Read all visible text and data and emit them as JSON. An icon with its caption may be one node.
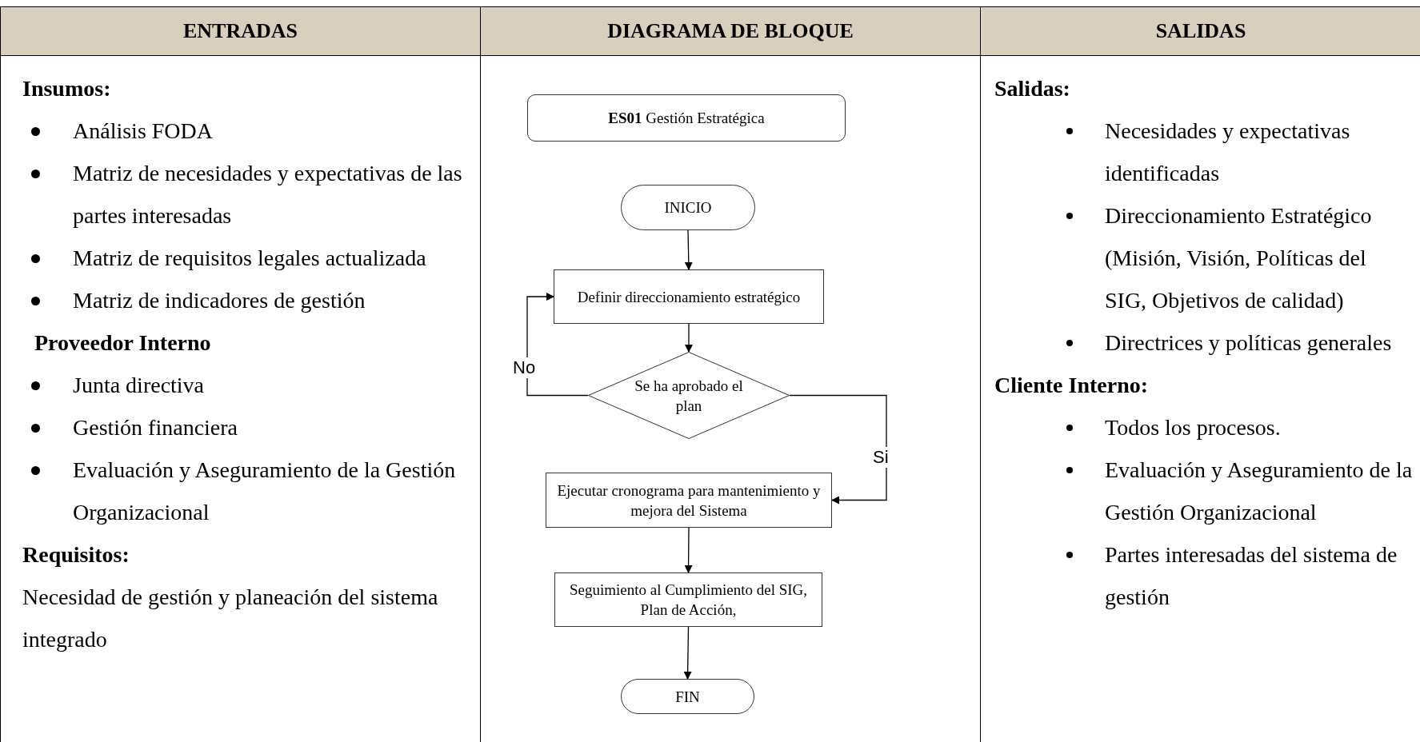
{
  "diagram": {
    "nodes": [
      {
        "text": [
          "ENTRADAS",
          "Insumos:",
          "Análisis FODA",
          "Matriz de necesidades y expectativas de las partes interesadas",
          "Matriz de requisitos legales actualizada",
          "Matriz de indicadores de gestión",
          "Proveedor Interno",
          "Junta directiva",
          "Gestión financiera",
          "Evaluación y Aseguramiento de la Gestión Organizacional",
          "Requisitos:",
          "Necesidad de gestión y planeación del sistema integrado"
        ]
      },
      {
        "text": [
          "DIAGRAMA DE BLOQUE"
        ]
      },
      {
        "text": [
          "SALIDAS",
          "Salidas:",
          "Necesidades y expectativas identificadas",
          "Direccionamiento Estratégico (Misión, Visión, Políticas del SIG, Objetivos de calidad)",
          "Directrices y políticas generales",
          "Cliente Interno:",
          "Todos los procesos.",
          "Evaluación y Aseguramiento de la Gestión Organizacional",
          "Partes interesadas del sistema de gestión"
        ]
      },
      {
        "text": [
          "**ES01** Gestión Estratégica"
        ],
        "in": 1
      },
      {
        "text": [
          "INICIO"
        ],
        "in": 1
      },
      {
        "text": [
          "Definir direccionamiento estratégico"
        ],
        "in": 1
      },
      {
        "text": [
          "Se ha aprobado el plan"
        ],
        "in": 1
      },
      {
        "text": [
          "Ejecutar cronograma para mantenimiento y mejora del Sistema"
        ],
        "in": 1
      },
      {
        "text": [
          "Seguimiento al Cumplimiento del SIG, Plan de Acción,"
        ],
        "in": 1
      },
      {
        "text": [
          "FIN"
        ],
        "in": 1
      }
    ],
    "edges": [
      {
        "from": 4,
        "to": 5,
        "arrow": "to"
      },
      {
        "from": 5,
        "to": 6,
        "arrow": "to"
      },
      {
        "from": 6,
        "to": 5,
        "arrow": "to",
        "label": "No"
      },
      {
        "from": 6,
        "to": 7,
        "arrow": "to",
        "label": "Si"
      },
      {
        "from": 7,
        "to": 8,
        "arrow": "to"
      },
      {
        "from": 8,
        "to": 9,
        "arrow": "to"
      }
    ]
  }
}
